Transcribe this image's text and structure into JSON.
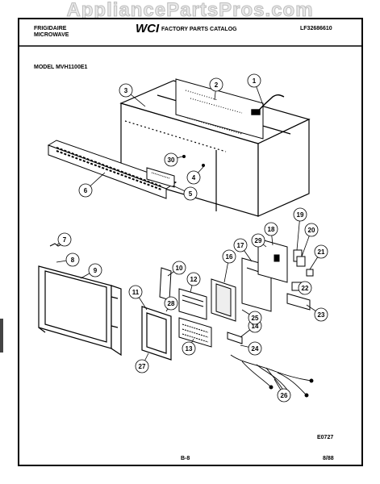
{
  "watermark": "AppliancePartsPros.com",
  "header": {
    "brand_line1": "FRIGIDAIRE",
    "brand_line2": "MICROWAVE",
    "logo_text": "WCI",
    "catalog_title": "FACTORY PARTS CATALOG",
    "doc_code": "LF32686610",
    "model": "MODEL MVH1100E1"
  },
  "footer": {
    "drawing_code": "E0727",
    "page": "B-8",
    "date": "8/88"
  },
  "callouts": [
    "1",
    "2",
    "3",
    "4",
    "5",
    "6",
    "7",
    "8",
    "9",
    "10",
    "11",
    "12",
    "13",
    "14",
    "16",
    "17",
    "18",
    "19",
    "20",
    "21",
    "22",
    "23",
    "24",
    "25",
    "26",
    "27",
    "28",
    "29",
    "30"
  ]
}
